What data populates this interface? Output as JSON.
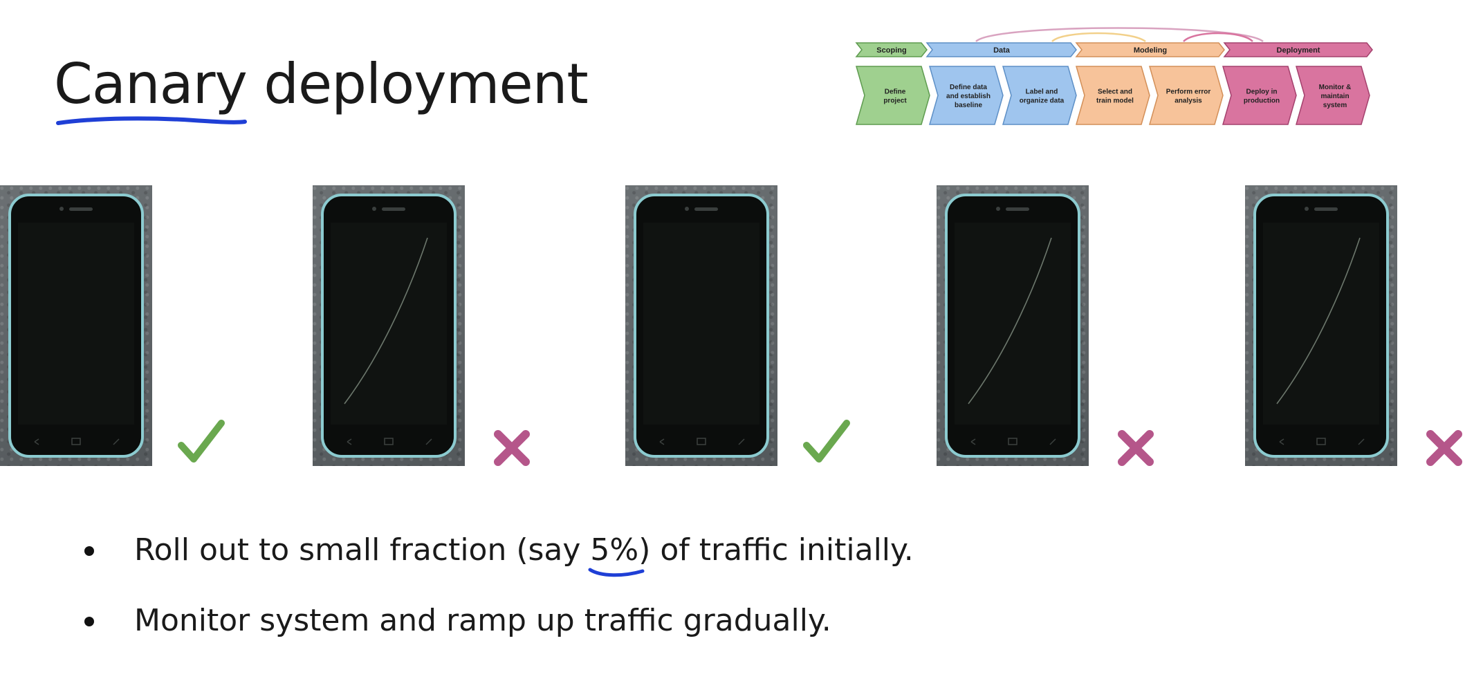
{
  "slide": {
    "title_word1": "Canary",
    "title_word2": " deployment"
  },
  "lifecycle": {
    "phases": [
      {
        "label": "Scoping",
        "color": "#9fd08f"
      },
      {
        "label": "Data",
        "color": "#9fc5ee"
      },
      {
        "label": "Modeling",
        "color": "#f7c39a"
      },
      {
        "label": "Deployment",
        "color": "#d9749f"
      }
    ],
    "steps": [
      {
        "label": "Define project",
        "phase": "Scoping"
      },
      {
        "label": "Define data and establish baseline",
        "phase": "Data"
      },
      {
        "label": "Label and organize data",
        "phase": "Data"
      },
      {
        "label": "Select and train model",
        "phase": "Modeling"
      },
      {
        "label": "Perform error analysis",
        "phase": "Modeling"
      },
      {
        "label": "Deploy in production",
        "phase": "Deployment"
      },
      {
        "label": "Monitor & maintain system",
        "phase": "Deployment"
      }
    ]
  },
  "phones": [
    {
      "status": "pass",
      "icon": "checkmark-icon",
      "scratched": false
    },
    {
      "status": "fail",
      "icon": "x-mark-icon",
      "scratched": true
    },
    {
      "status": "pass",
      "icon": "checkmark-icon",
      "scratched": false
    },
    {
      "status": "fail",
      "icon": "x-mark-icon",
      "scratched": true
    },
    {
      "status": "fail",
      "icon": "x-mark-icon",
      "scratched": true
    }
  ],
  "colors": {
    "pass": "#6aa84f",
    "fail": "#b5568a",
    "annotation": "#1f3fd6"
  },
  "bullets": {
    "b1_before": "Roll out to small fraction (say ",
    "b1_pct": "5%)",
    "b1_after": " of traffic initially.",
    "b2": "Monitor system and ramp up traffic gradually."
  }
}
